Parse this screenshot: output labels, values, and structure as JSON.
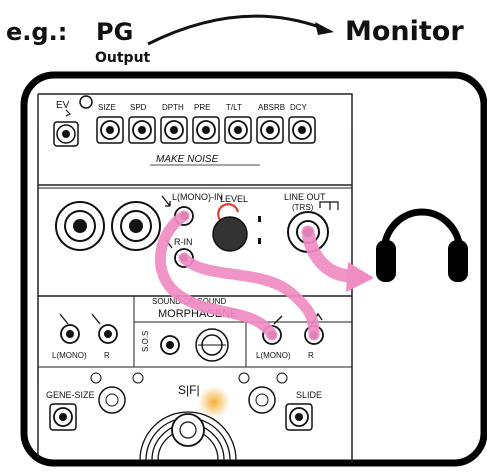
{
  "header": {
    "eg": "e.g.:",
    "source": "PG",
    "source_sub": "Output",
    "destination": "Monitor"
  },
  "module_top": {
    "jack_labels": [
      "SIZE",
      "SPD",
      "DPTH",
      "PRE",
      "T/LT",
      "ABSRB",
      "DCY"
    ],
    "left_label": "EV",
    "brand": "MAKE NOISE"
  },
  "module_mid": {
    "input_l": "L(MONO)-IN",
    "input_r": "R-IN",
    "level": "LEVEL",
    "line_out": "LINE OUT",
    "line_out_sub": "(TRS)"
  },
  "module_bottom": {
    "brand_top": "SOUND ON SOUND",
    "brand": "MORPHAGENE",
    "in_labels": [
      "L(MONO)",
      "R"
    ],
    "out_labels": [
      "L(MONO)",
      "R"
    ],
    "gene_size": "GENE-SIZE",
    "sos": "S.O.S",
    "slide": "SLIDE"
  },
  "colors": {
    "cable": "#f08cc4",
    "outline": "#1a1a1a",
    "glow": "#f5a623"
  }
}
